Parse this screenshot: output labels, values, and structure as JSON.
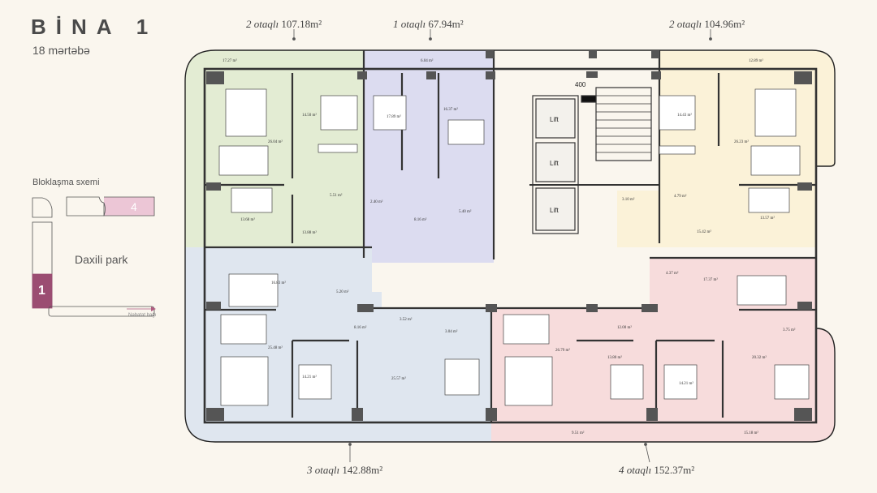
{
  "header": {
    "title": "BİNA 1",
    "floors": "18 mərtəbə"
  },
  "schema": {
    "label": "Bloklaşma sxemi",
    "block_left": "1",
    "block_right": "4",
    "park": "Daxili park",
    "garden": "Nəbatat bağı"
  },
  "apartments": [
    {
      "type": "2 otaqlı",
      "area": "107.18m²"
    },
    {
      "type": "1 otaqlı",
      "area": "67.94m²"
    },
    {
      "type": "2 otaqlı",
      "area": "104.96m²"
    },
    {
      "type": "3 otaqlı",
      "area": "142.88m²"
    },
    {
      "type": "4 otaqlı",
      "area": "152.37m²"
    }
  ],
  "lifts": [
    "Lift",
    "Lift",
    "Lift"
  ],
  "stair_label": "400",
  "rooms": {
    "green": [
      "17.27 m²",
      "26.04 m²",
      "14.50 m²",
      "5.51 m²",
      "2.40 m²",
      "13.68 m²",
      "13.88 m²"
    ],
    "purple": [
      "6.04 m²",
      "17.89 m²",
      "16.37 m²",
      "8.16 m²",
      "5.40 m²"
    ],
    "yellow": [
      "12.89 m²",
      "14.43 m²",
      "26.23 m²",
      "3.10 m²",
      "4.79 m²",
      "13.57 m²",
      "15.42 m²"
    ],
    "blue": [
      "16.83 m²",
      "5.20 m²",
      "8.16 m²",
      "3.52 m²",
      "3.04 m²",
      "25.48 m²",
      "14.21 m²",
      "25.57 m²"
    ],
    "pink": [
      "4.37 m²",
      "17.37 m²",
      "12.00 m²",
      "26.79 m²",
      "13.80 m²",
      "14.21 m²",
      "3.75 m²",
      "20.32 m²",
      "9.51 m²",
      "15.18 m²"
    ]
  },
  "colors": {
    "green": "#e3ecd3",
    "purple": "#dcdcf0",
    "yellow": "#fbf2d8",
    "blue": "#dfe6ef",
    "pink": "#f7dcdc",
    "accent": "#9b4d72",
    "block4": "#ecc6d6"
  }
}
